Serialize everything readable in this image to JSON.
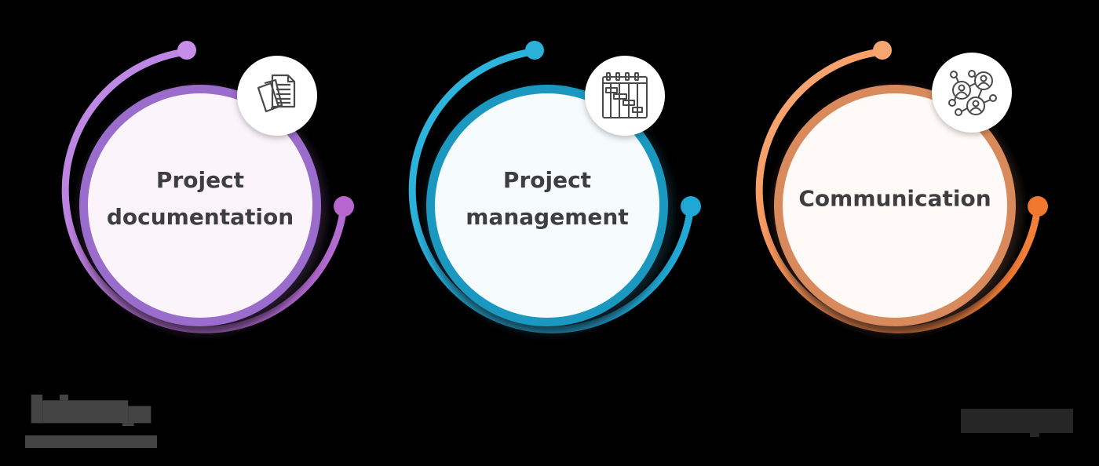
{
  "diagram": {
    "title": "",
    "items": [
      {
        "label_line1": "Project",
        "label_line2": "documentation",
        "icon": "documents-icon",
        "colors": {
          "ring": "#9b6fd0",
          "arc": "#b57fe0",
          "arc_end": "#b866cf",
          "fill": "#fbf4fb"
        }
      },
      {
        "label_line1": "Project",
        "label_line2": "management",
        "icon": "gantt-chart-icon",
        "colors": {
          "ring": "#1d9cc3",
          "arc": "#2bb0d9",
          "arc_end": "#22a9d6",
          "fill": "#f6fbfd"
        }
      },
      {
        "label_line1": "Communication",
        "label_line2": "",
        "icon": "network-people-icon",
        "colors": {
          "ring": "#d98a5c",
          "arc": "#f7a06b",
          "arc_end": "#f2782f",
          "fill": "#fffaf8"
        }
      }
    ]
  },
  "branding": {
    "left_logo": "redacted-logo",
    "right_logo": "redacted-logo"
  }
}
